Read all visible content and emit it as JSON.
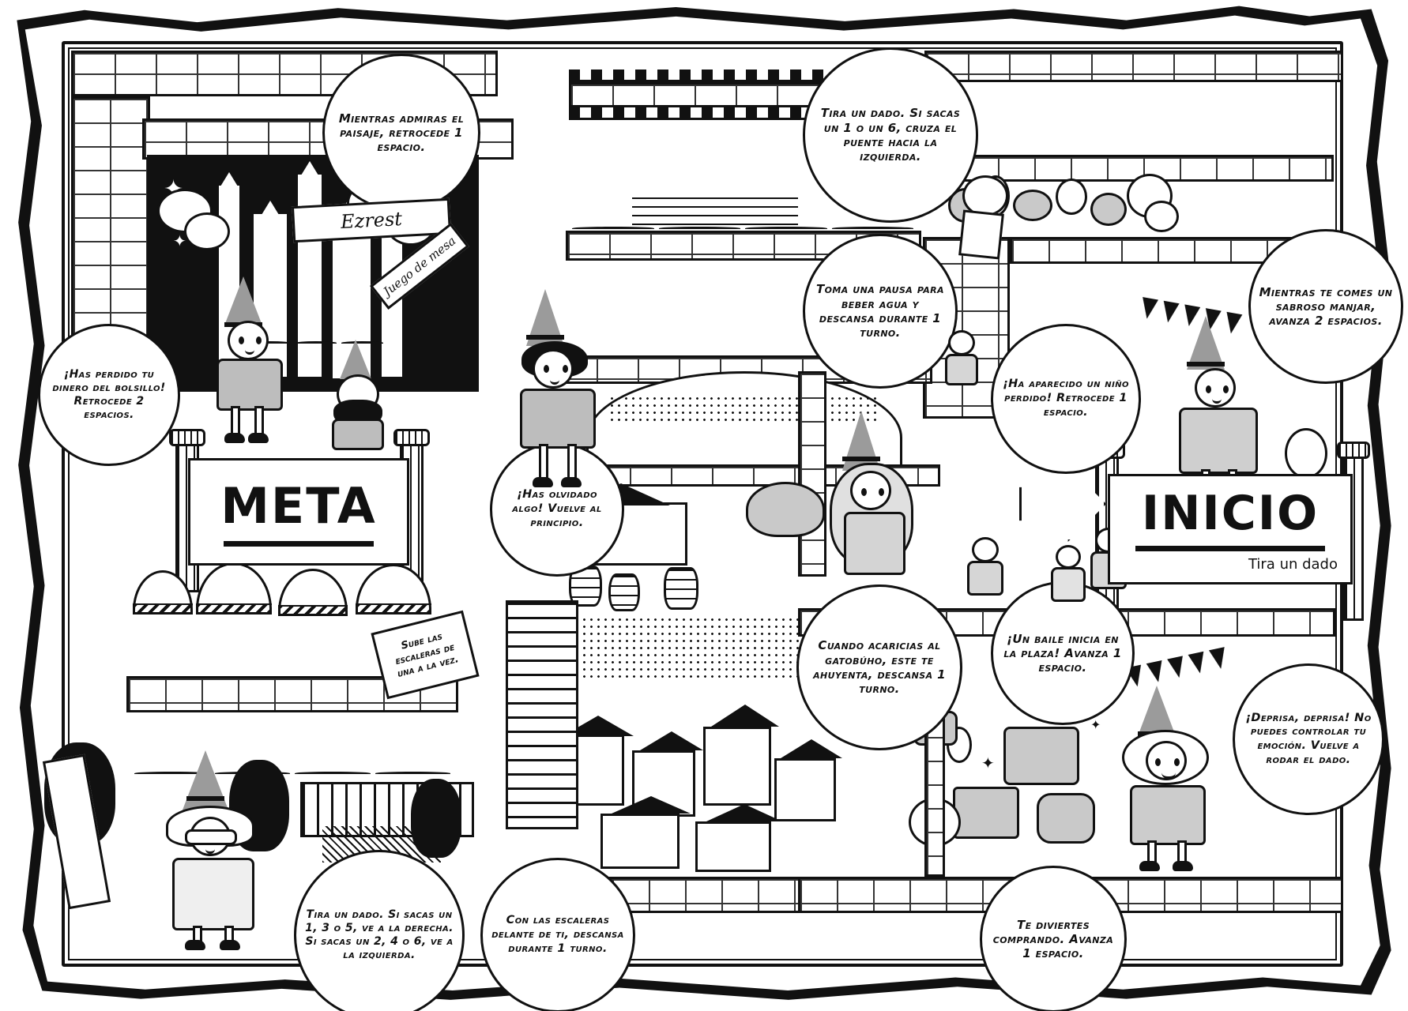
{
  "title": {
    "name": "Ezrest",
    "subtitle": "Juego de mesa"
  },
  "banners": {
    "goal_label": "META",
    "start_label": "INICIO",
    "start_hint": "Tira un dado"
  },
  "signs": {
    "stairs_sign": "Sube las escaleras de una a la vez."
  },
  "spaces": [
    {
      "id": "admira-paisaje",
      "text": "Mientras admiras el paisaje, retrocede 1 espacio."
    },
    {
      "id": "cruza-puente",
      "text": "Tira un dado. Si sacas un 1 o un 6, cruza el puente hacia la izquierda."
    },
    {
      "id": "pausa-agua",
      "text": "Toma una pausa para beber agua y descansa durante 1 turno."
    },
    {
      "id": "sabroso-manjar",
      "text": "Mientras te comes un sabroso manjar, avanza 2 espacios."
    },
    {
      "id": "dinero-bolsillo",
      "text": "¡Has perdido tu dinero del bolsillo! Retrocede 2 espacios."
    },
    {
      "id": "nino-perdido",
      "text": "¡Ha aparecido un niño perdido! Retrocede 1 espacio."
    },
    {
      "id": "olvidado-algo",
      "text": "¡Has olvidado algo! Vuelve al principio."
    },
    {
      "id": "gatobuho",
      "text": "Cuando acaricias al gatobúho, este te ahuyenta, descansa 1 turno."
    },
    {
      "id": "baile-plaza",
      "text": "¡Un baile inicia en la plaza! Avanza 1 espacio."
    },
    {
      "id": "deprisa",
      "text": "¡Deprisa, deprisa! No puedes controlar tu emoción. Vuelve a rodar el dado."
    },
    {
      "id": "te-diviertes",
      "text": "Te diviertes comprando. Avanza 1 espacio."
    },
    {
      "id": "escaleras-delante",
      "text": "Con las escaleras delante de ti, descansa durante 1 turno."
    },
    {
      "id": "tira-dado-direccion",
      "text": "Tira un dado. Si sacas un 1, 3 o 5, ve a la derecha. Si sacas un 2, 4 o 6, ve a la izquierda."
    }
  ],
  "colors": {
    "ink": "#111111",
    "paper": "#ffffff",
    "grey": "#bdbdbd"
  }
}
